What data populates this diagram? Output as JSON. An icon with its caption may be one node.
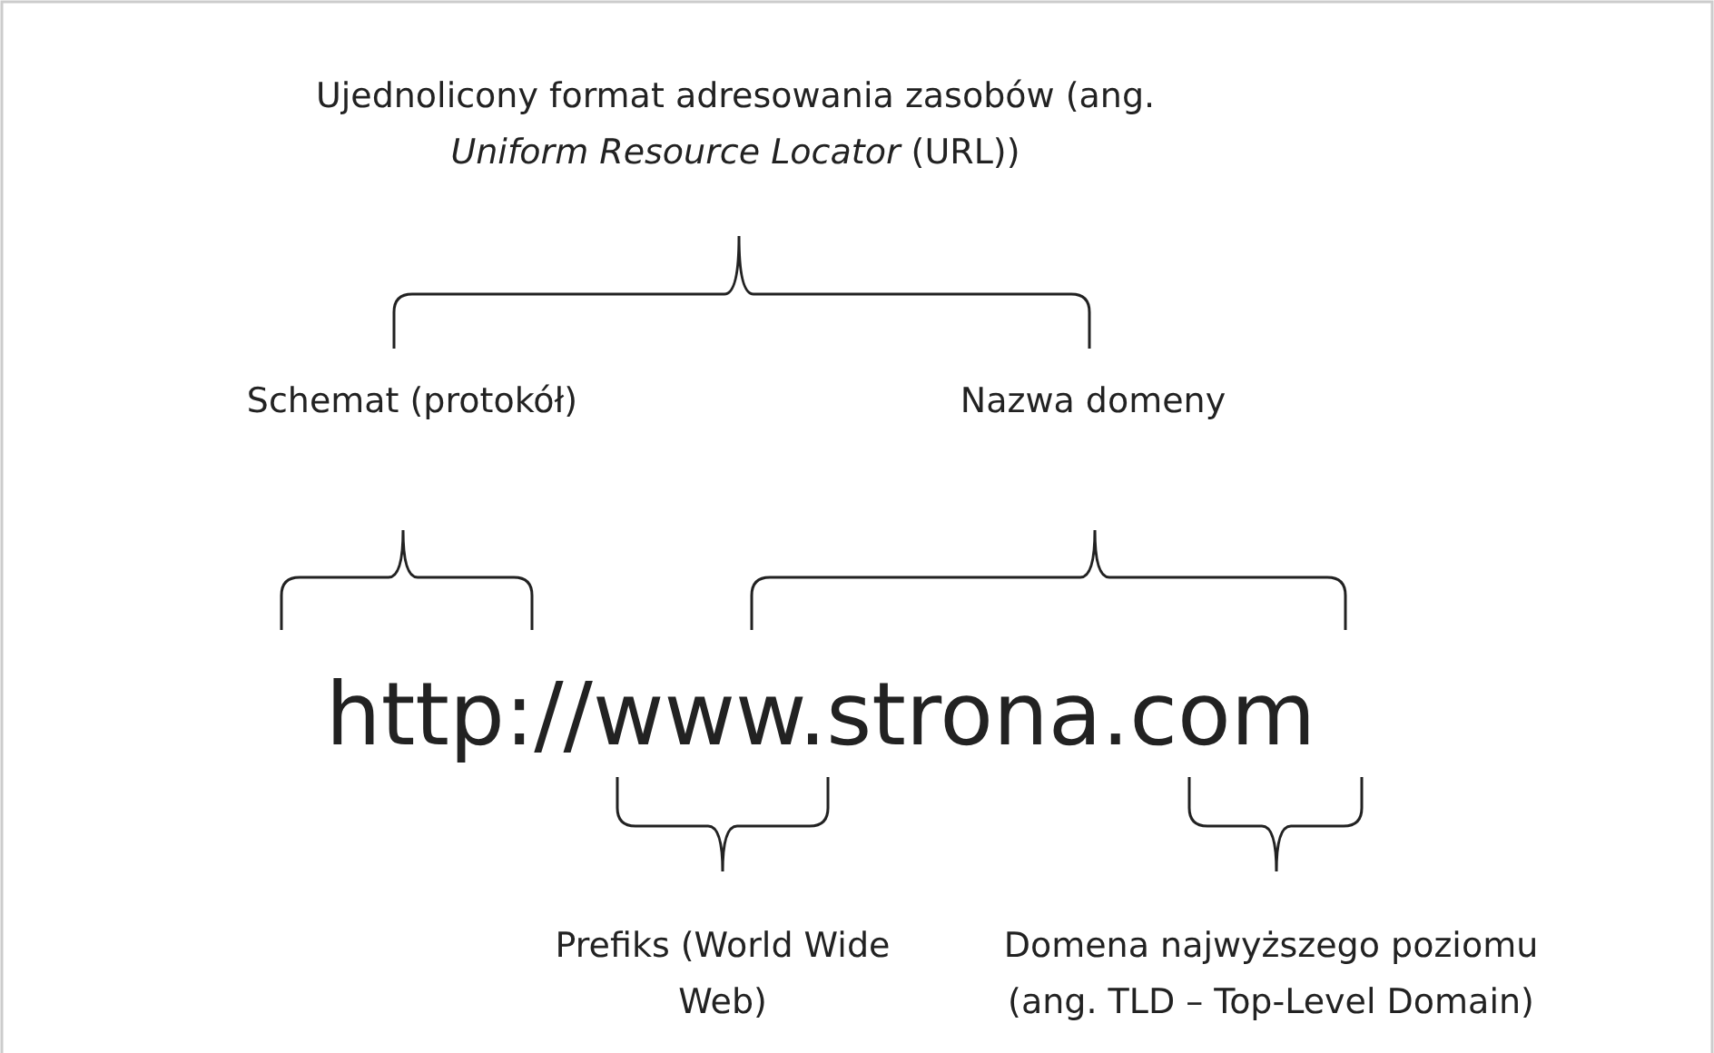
{
  "diagram": {
    "labels": [
      "Ujednolicony format adresowania zasobów (ang. *Uniform Resource Locator* (URL))",
      "Schemat (protokół)",
      "Nazwa domeny",
      "http://www.strona.com",
      "Prefiks (World Wide Web)",
      "Domena najwyższego poziomu (ang. TLD – Top-Level Domain)"
    ]
  }
}
